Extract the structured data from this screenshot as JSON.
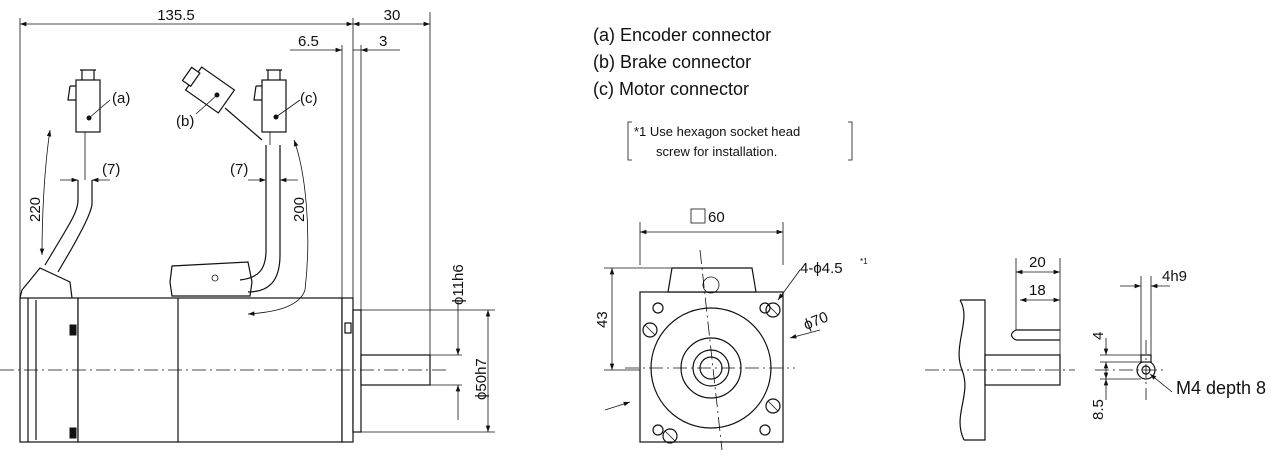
{
  "legend": {
    "a": "(a) Encoder connector",
    "b": "(b) Brake connector",
    "c": "(c) Motor connector"
  },
  "note": {
    "line1": "*1 Use hexagon socket head",
    "line2": "screw for installation."
  },
  "side_view": {
    "dim_total_length": "135.5",
    "dim_shaft_length": "30",
    "dim_flange_thickness": "6.5",
    "dim_flange_step": "3",
    "tag_a": "(a)",
    "tag_b": "(b)",
    "tag_c": "(c)",
    "cable_dia_left": "(7)",
    "cable_dia_right": "(7)",
    "cable_len_encoder": "220",
    "cable_len_motor": "200",
    "shaft_dia": "ϕ11h6",
    "spigot_dia": "ϕ50h7"
  },
  "front_view": {
    "flange_size": "60",
    "mount_holes": "4-ϕ4.5",
    "mount_holes_note": "*1",
    "pcd": "ϕ70",
    "height": "43"
  },
  "shaft_detail": {
    "dim_key_total": "20",
    "dim_key_length": "18",
    "dim_key_width": "4h9",
    "dim_key_depth": "4",
    "dim_center_height": "8.5",
    "tapped_hole": "M4 depth 8"
  },
  "colors": {
    "line": "#111111",
    "background": "#ffffff"
  }
}
